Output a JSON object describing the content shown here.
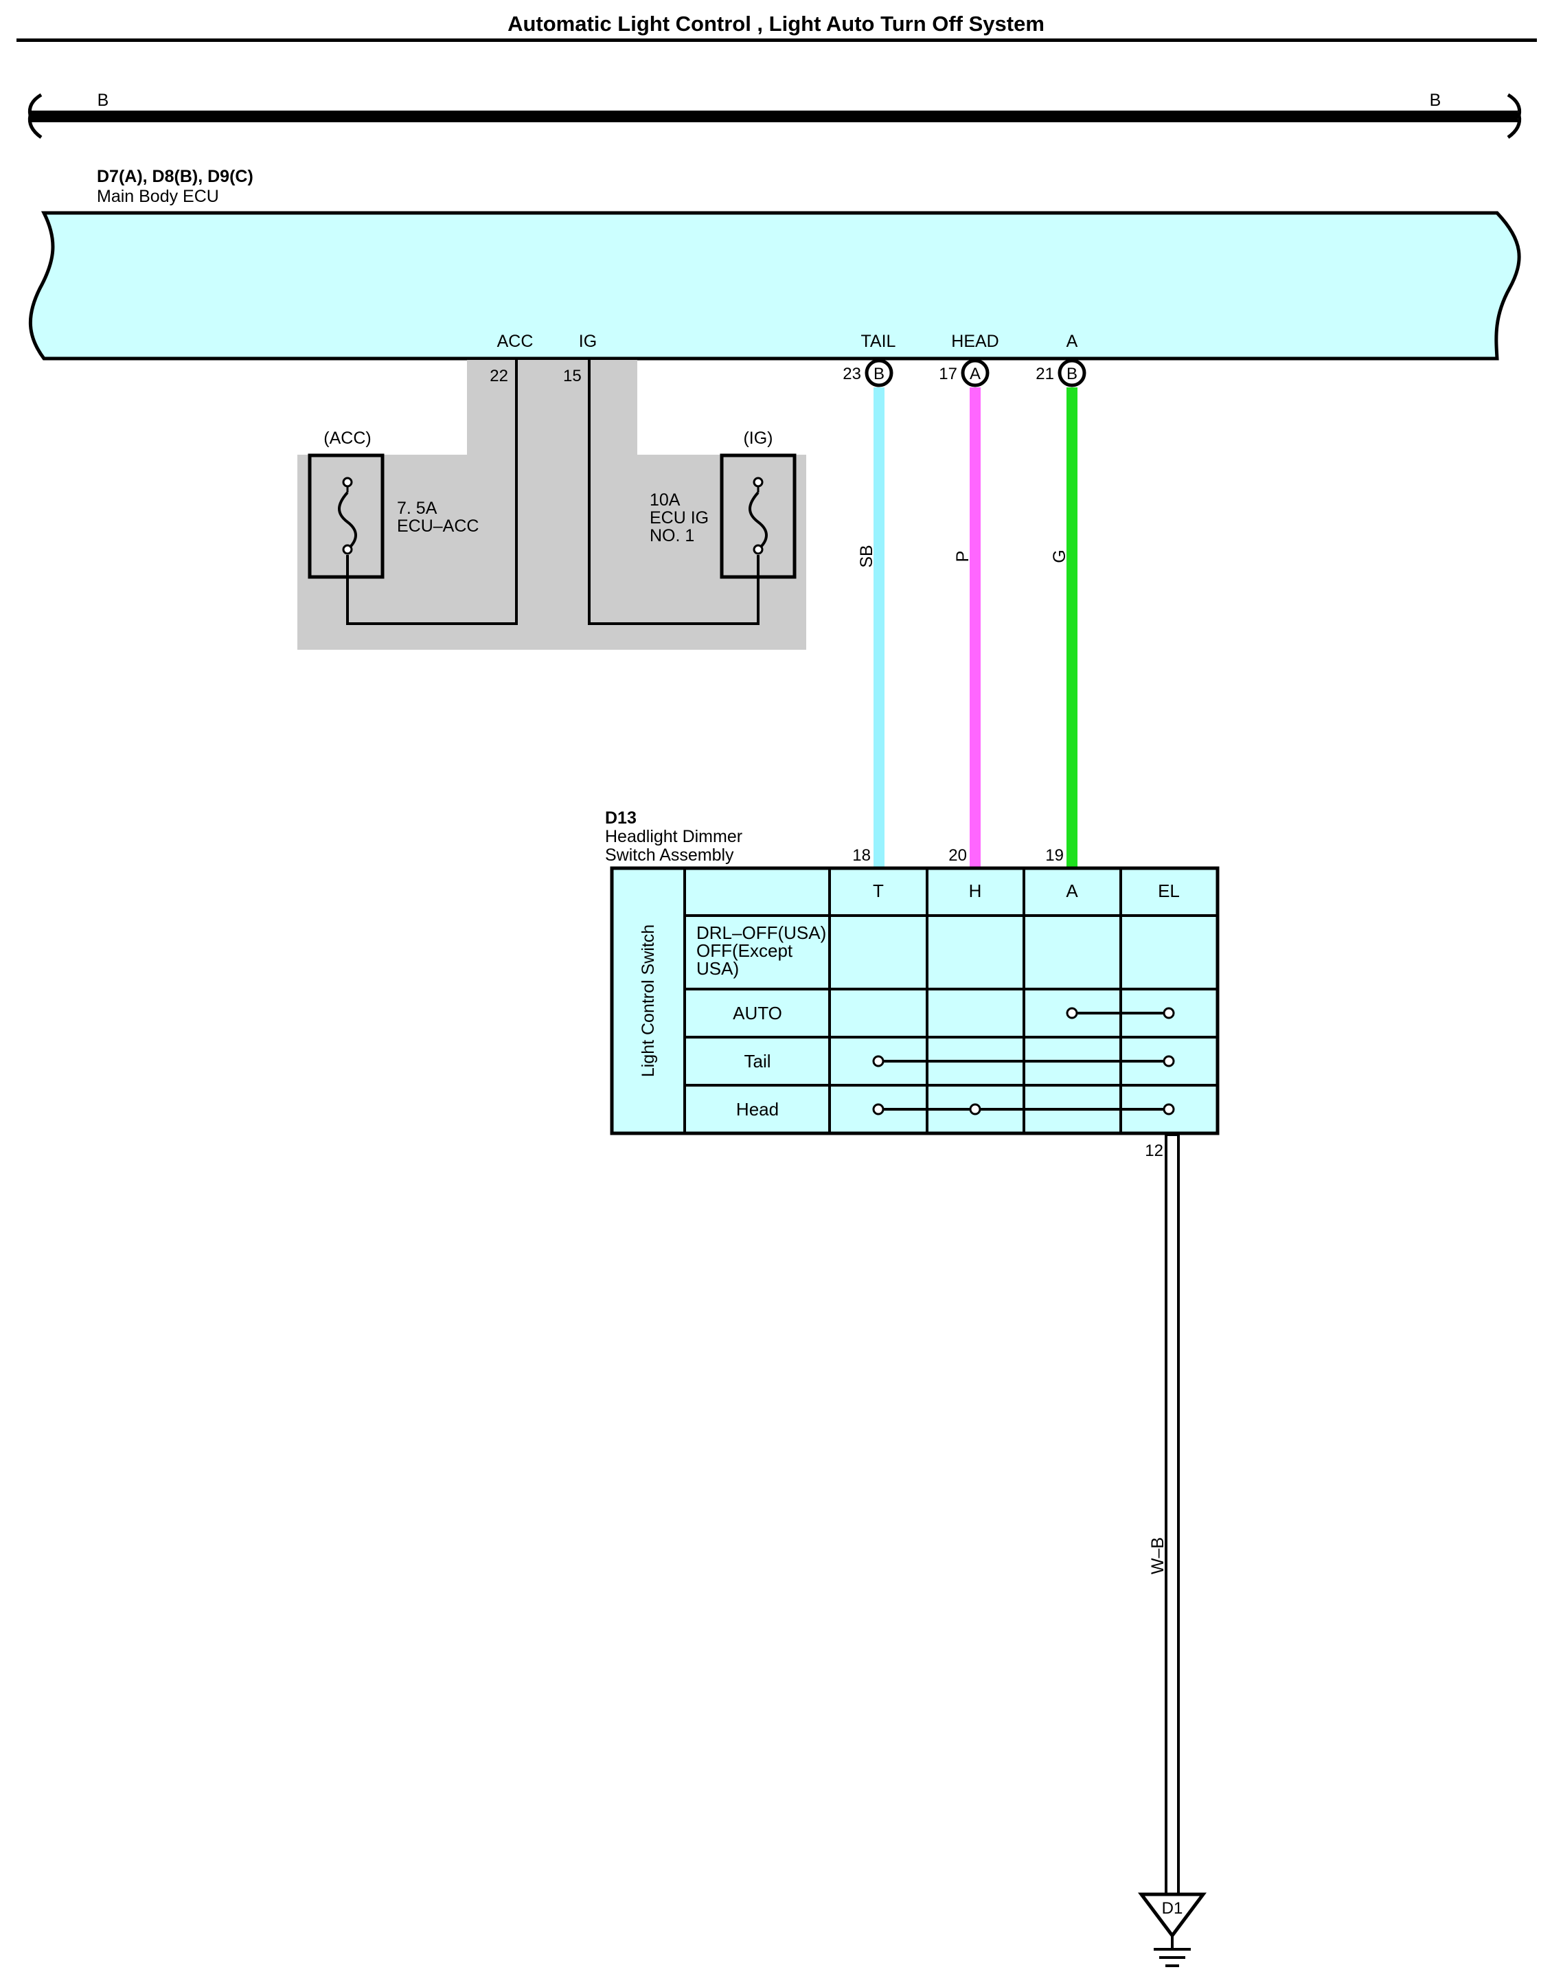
{
  "title": "Automatic Light Control , Light Auto Turn Off System",
  "bus": {
    "left_label": "B",
    "right_label": "B"
  },
  "ecu": {
    "code": "D7(A), D8(B), D9(C)",
    "name": "Main Body ECU",
    "pins": [
      {
        "name": "ACC",
        "number": "22"
      },
      {
        "name": "IG",
        "number": "15"
      },
      {
        "name": "TAIL",
        "number": "23",
        "connector": "B"
      },
      {
        "name": "HEAD",
        "number": "17",
        "connector": "A"
      },
      {
        "name": "A",
        "number": "21",
        "connector": "B"
      }
    ]
  },
  "fuses": [
    {
      "source": "(ACC)",
      "rating": "7. 5A",
      "name_lines": [
        "ECU–ACC"
      ]
    },
    {
      "source": "(IG)",
      "rating": "10A",
      "name_lines": [
        "ECU IG",
        "NO. 1"
      ]
    }
  ],
  "wires": [
    {
      "color_code": "SB",
      "color": "#99f3ff"
    },
    {
      "color_code": "P",
      "color": "#ff66ff"
    },
    {
      "color_code": "G",
      "color": "#1ee01e"
    },
    {
      "color_code": "W–B",
      "color": "#ffffff"
    }
  ],
  "switch": {
    "code": "D13",
    "name_lines": [
      "Headlight Dimmer",
      "Switch Assembly"
    ],
    "pins_top": [
      "18",
      "20",
      "19"
    ],
    "pin_bottom": "12",
    "side_label": "Light Control Switch",
    "columns": [
      "T",
      "H",
      "A",
      "EL"
    ],
    "rows": [
      {
        "label_lines": [
          "DRL–OFF(USA)",
          "OFF(Except",
          "USA)"
        ],
        "connected": []
      },
      {
        "label_lines": [
          "AUTO"
        ],
        "connected": [
          2,
          3
        ]
      },
      {
        "label_lines": [
          "Tail"
        ],
        "connected": [
          0,
          3
        ]
      },
      {
        "label_lines": [
          "Head"
        ],
        "connected": [
          0,
          1,
          3
        ]
      }
    ]
  },
  "ground": {
    "label": "D1"
  },
  "colors": {
    "ecu_fill": "#ccffff",
    "switch_fill": "#ccffff",
    "junction_fill": "#cccccc",
    "line": "#000000"
  }
}
